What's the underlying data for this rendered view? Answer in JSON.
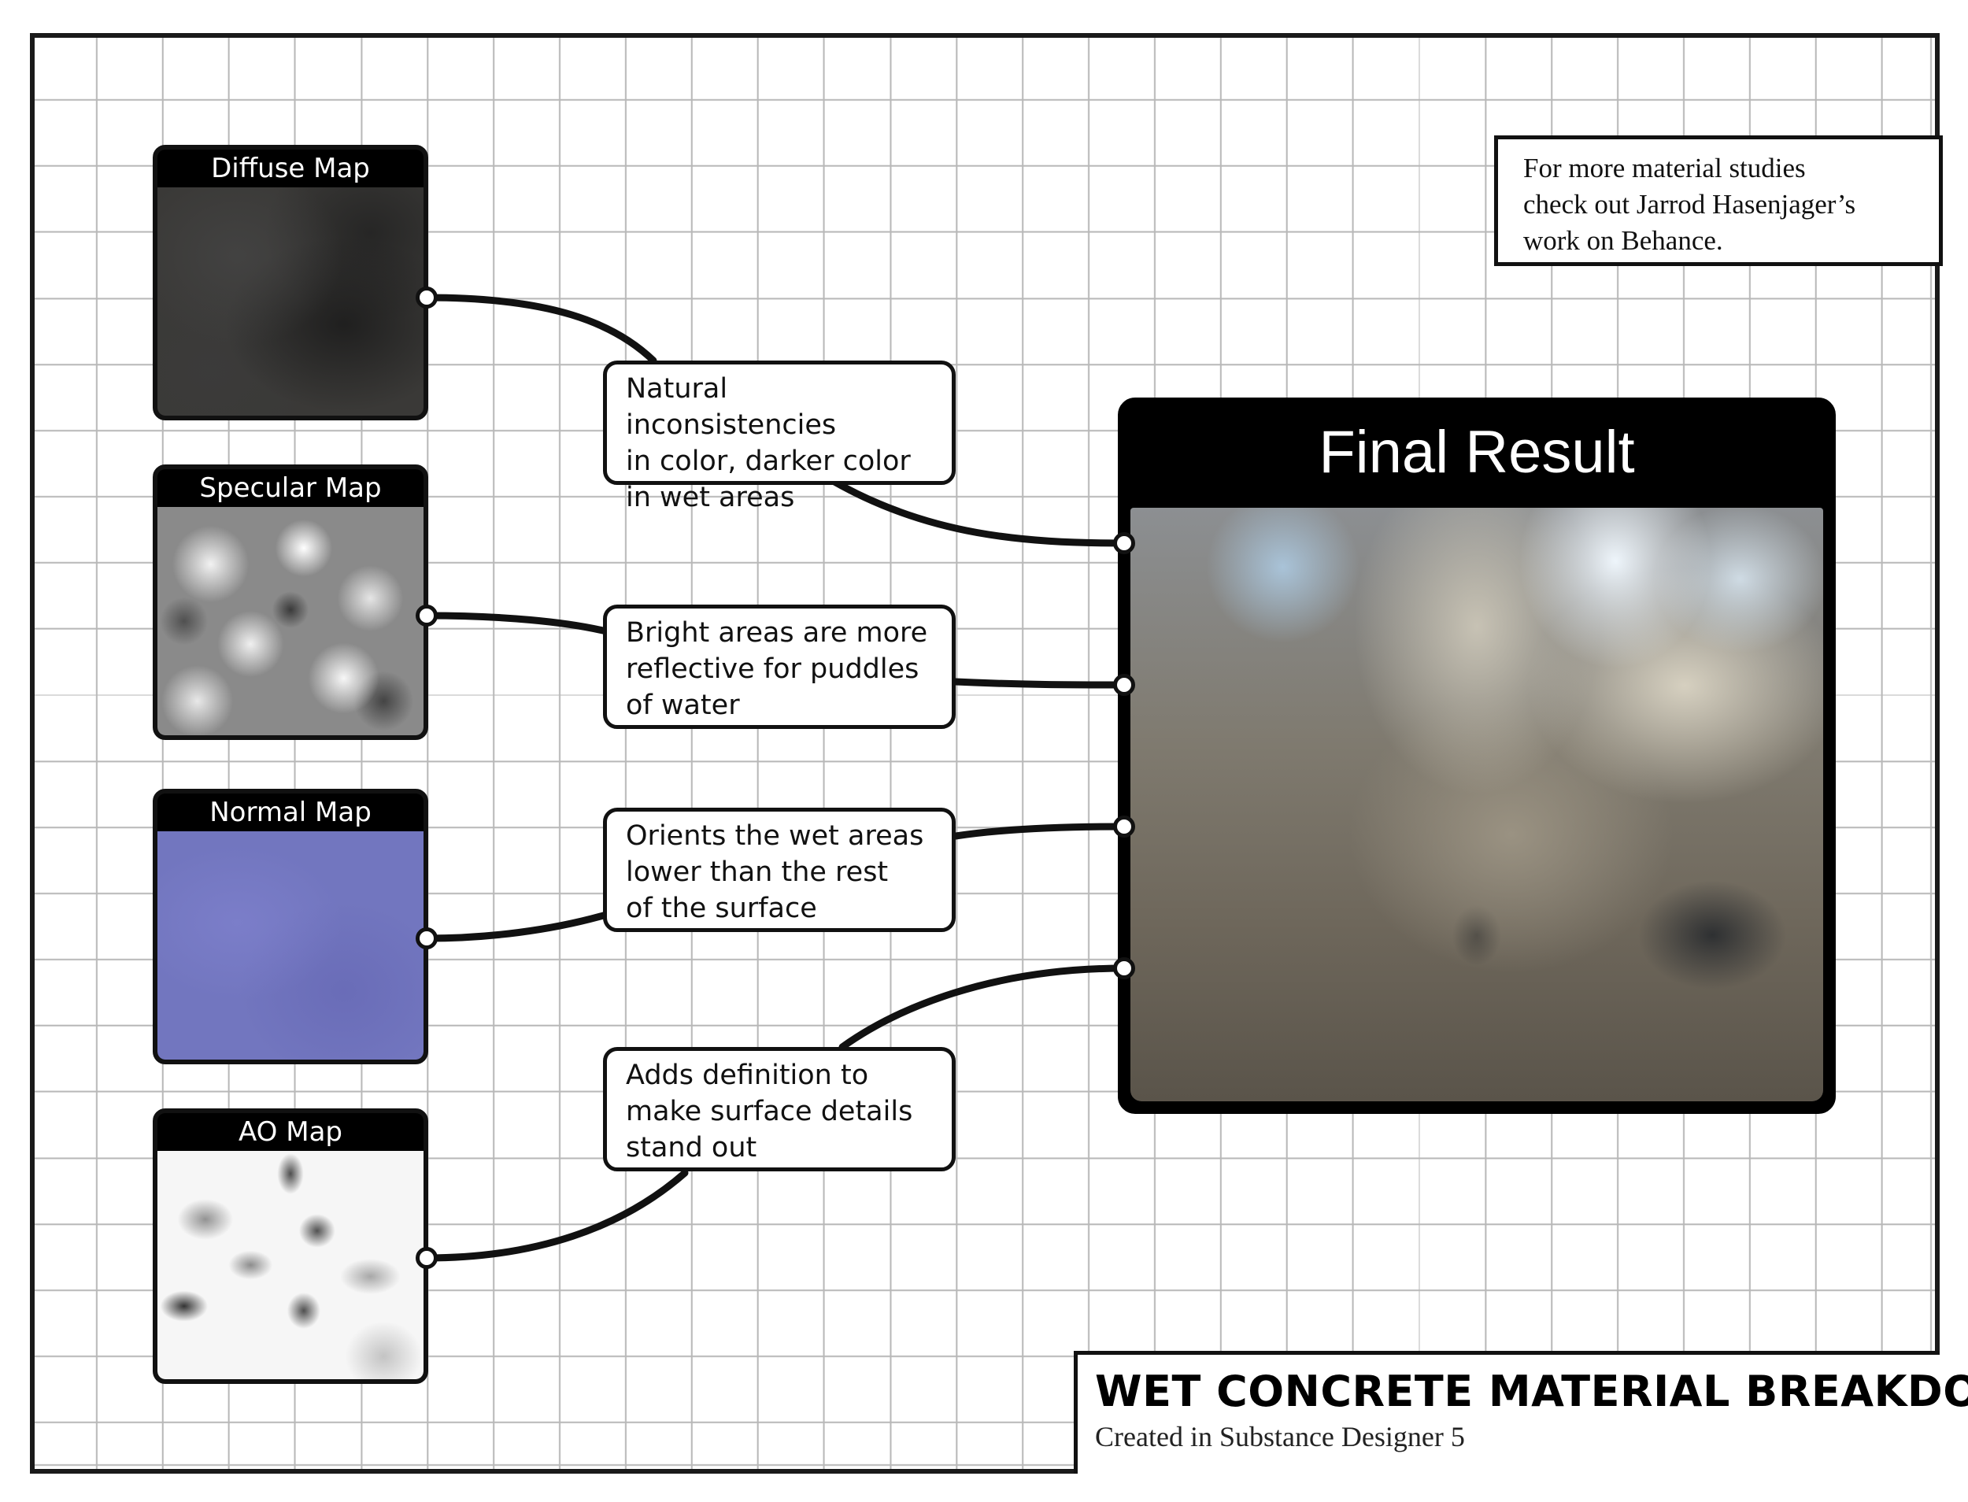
{
  "nodes": {
    "diffuse": {
      "title": "Diffuse Map"
    },
    "specular": {
      "title": "Specular Map"
    },
    "normal": {
      "title": "Normal Map"
    },
    "ao": {
      "title": "AO Map"
    }
  },
  "callouts": {
    "diffuse": [
      "Natural inconsistencies",
      "in color, darker color",
      "in wet areas"
    ],
    "specular": [
      "Bright areas are more",
      "reflective for puddles",
      "of water"
    ],
    "normal": [
      "Orients the wet areas",
      "lower than the rest",
      "of the surface"
    ],
    "ao": [
      "Adds definition to",
      "make surface details",
      "stand out"
    ]
  },
  "result": {
    "title": "Final Result"
  },
  "note": [
    "For more material studies",
    "check out Jarrod Hasenjager’s",
    "work on Behance."
  ],
  "footer": {
    "title": "WET CONCRETE MATERIAL BREAKDOWN",
    "subtitle": "Created in Substance Designer 5"
  },
  "colors": {
    "line": "#111111",
    "normal_map": "#7276bf",
    "diffuse_map": "#3a3937"
  }
}
